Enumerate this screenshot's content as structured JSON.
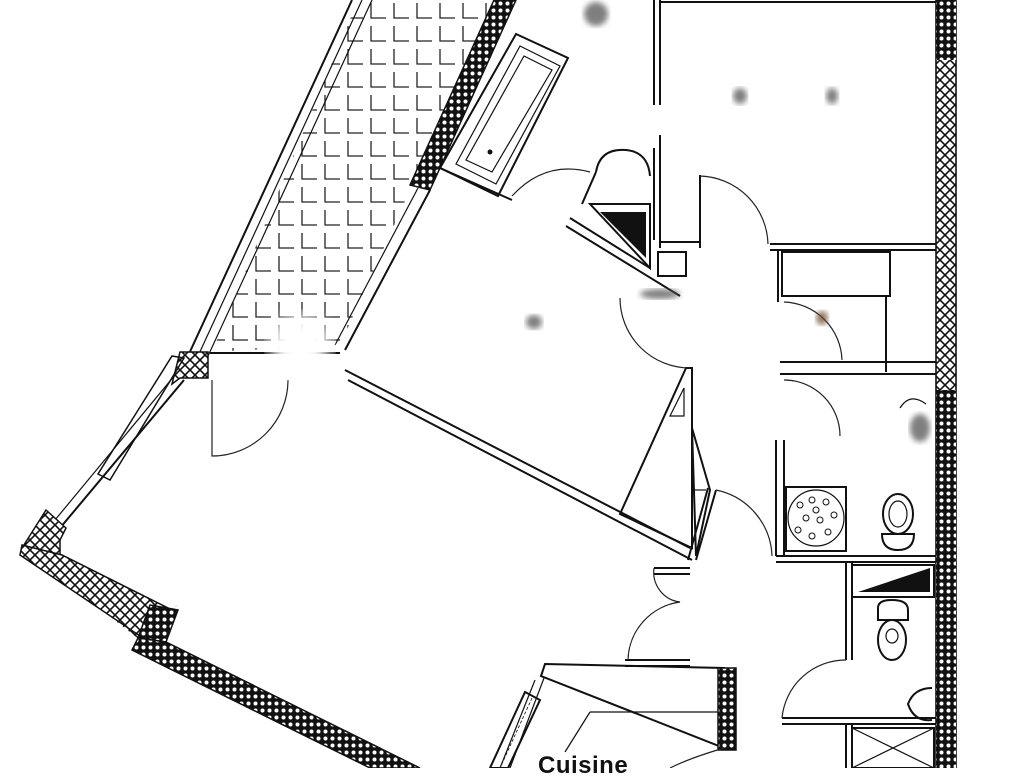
{
  "plan": {
    "type": "apartment floor plan",
    "colors": {
      "lines": "#111111",
      "background": "#ffffff",
      "hatch": "#1a1a1a"
    },
    "rooms": [
      {
        "id": "kitchen",
        "label": "Cuisine"
      },
      {
        "id": "living_room",
        "label": ""
      },
      {
        "id": "bedroom_1",
        "label": ""
      },
      {
        "id": "bedroom_2",
        "label": ""
      },
      {
        "id": "bathroom_tub",
        "label": ""
      },
      {
        "id": "shower_room",
        "label": ""
      },
      {
        "id": "wc",
        "label": ""
      },
      {
        "id": "hallway",
        "label": ""
      },
      {
        "id": "storage",
        "label": ""
      },
      {
        "id": "balcony",
        "label": ""
      }
    ],
    "fixtures": [
      "bathtub",
      "corner-sink",
      "shower-tray",
      "toilet",
      "toilet",
      "washbasin",
      "kitchen-counter",
      "radiator"
    ]
  }
}
